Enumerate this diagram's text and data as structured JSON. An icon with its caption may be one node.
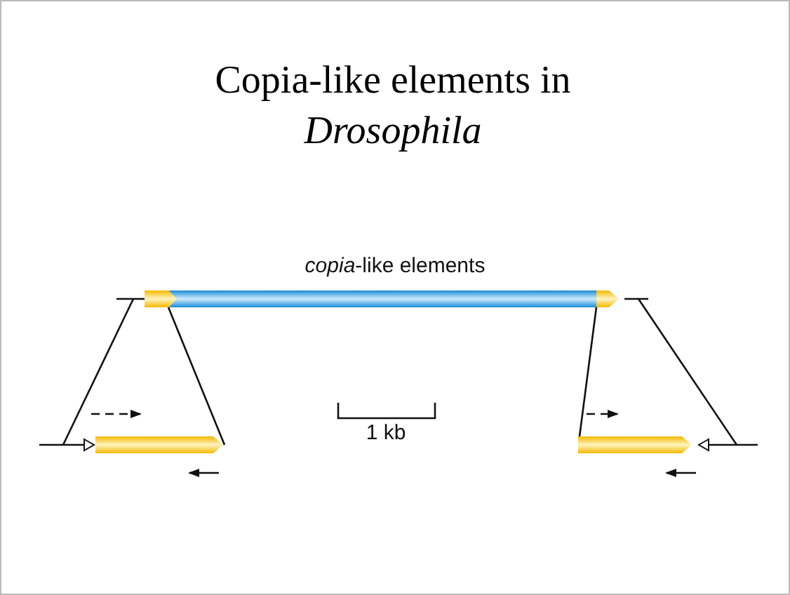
{
  "diagram": {
    "title": "Copia-like elements in *Drosophila*",
    "labels": [
      "*copia*-like elements",
      "1 kb"
    ]
  }
}
